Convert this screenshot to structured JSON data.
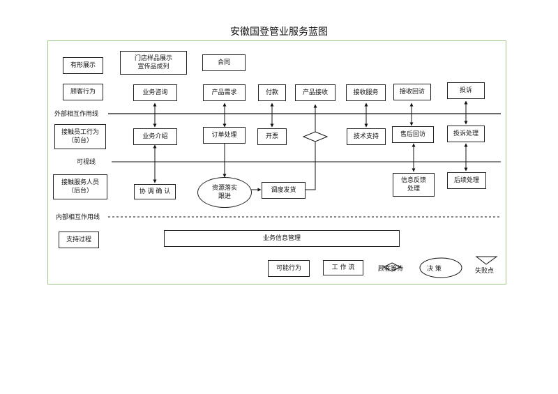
{
  "title": "安徽国登管业服务蓝图",
  "rows": {
    "evidence": "有形展示",
    "customer": "顾客行为",
    "frontstage": "接触员工行为\n（前台）",
    "backstage": "接触服务人员\n（后台）",
    "support": "支持过程"
  },
  "lines": {
    "interaction": "外部相互作用线",
    "visibility": "可视线",
    "internal": "内部相互作用线"
  },
  "evidence_items": {
    "store": "门店样品展示\n宣传品成列",
    "contract": "合同"
  },
  "customer_actions": {
    "consult": "业务咨询",
    "demand": "产品需求",
    "pay": "付款",
    "receive": "产品接收",
    "service": "接收服务",
    "revisit": "接收回访",
    "complain": "投诉"
  },
  "frontstage_actions": {
    "intro": "业务介绍",
    "order": "订单处理",
    "invoice": "开票",
    "tech": "技术支持",
    "aftersale": "售后回访",
    "complaint_handling": "投诉处理"
  },
  "backstage_actions": {
    "coordinate": "协 调 确 认",
    "resource": "资源落实\n跟进",
    "dispatch": "调度发货",
    "feedback": "信息反馈\n处理",
    "followup": "后续处理"
  },
  "support_items": {
    "info_mgmt": "业务信息管理"
  },
  "legend": {
    "possible": "可能行为",
    "workflow": "工 作 流",
    "waiting": "顾客等待",
    "decision": "决 策",
    "failure": "失败点"
  }
}
